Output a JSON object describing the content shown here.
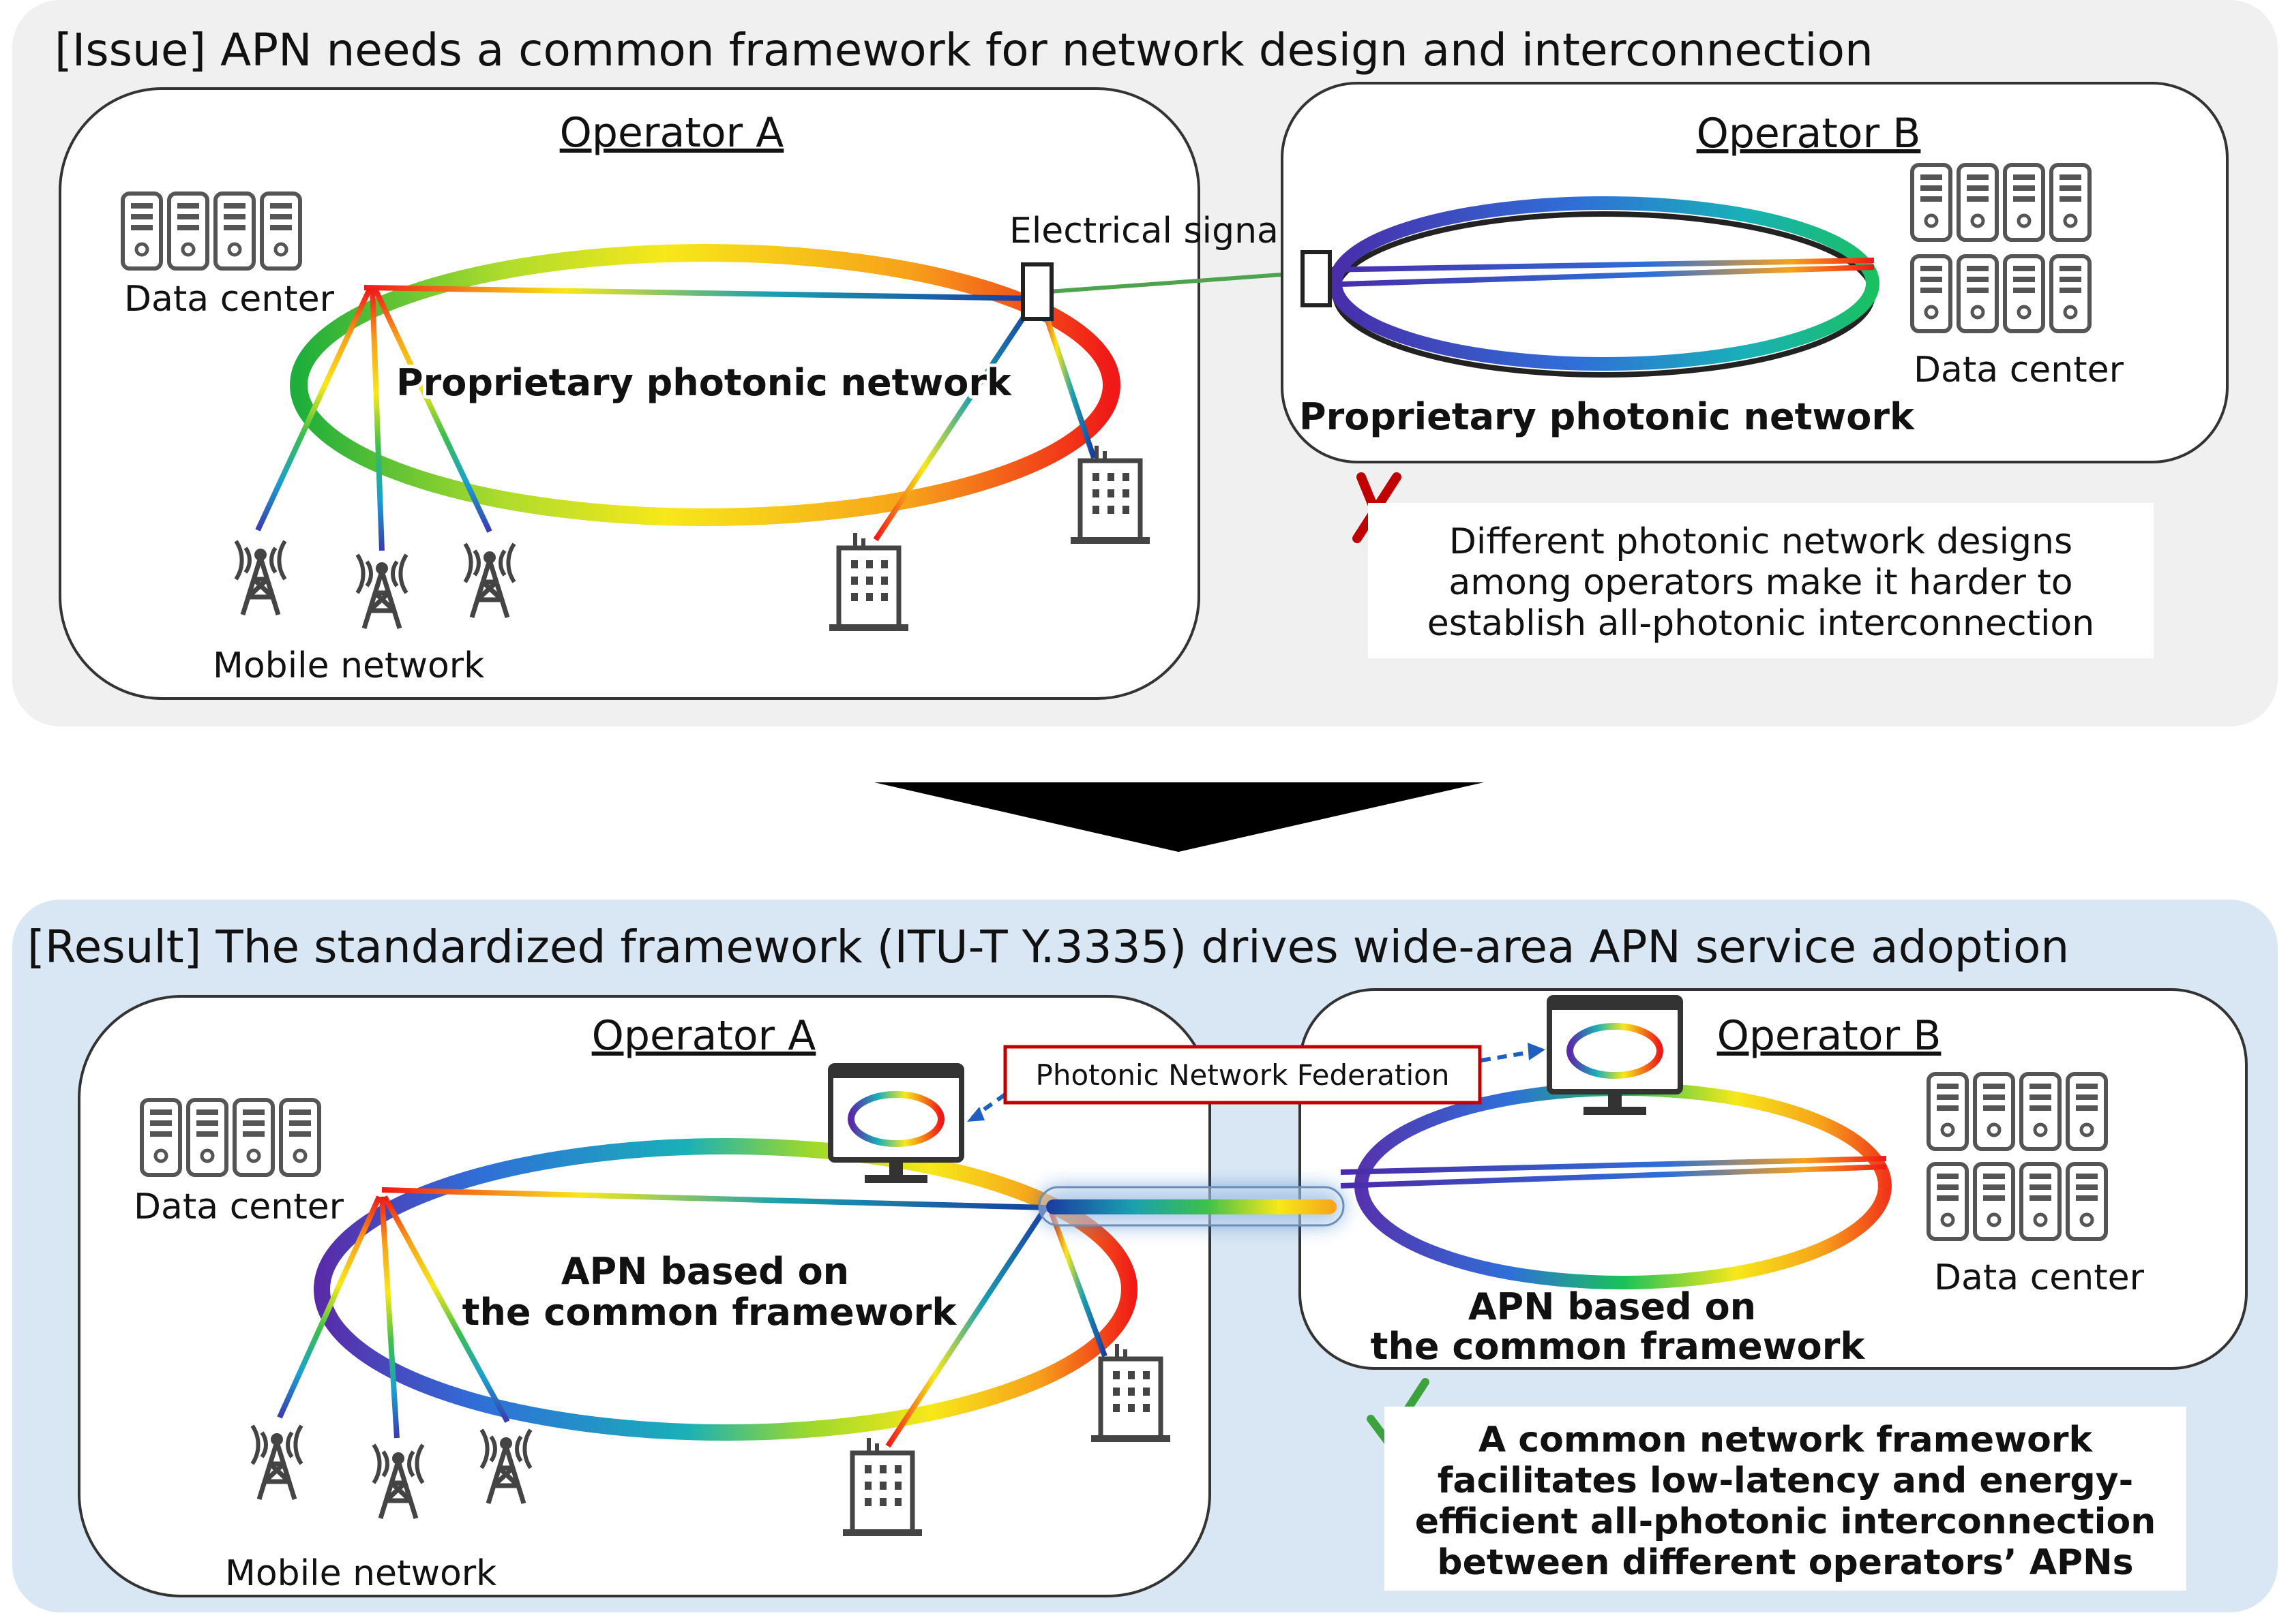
{
  "colors": {
    "issue_panel_bg": "#f0f0f0",
    "result_panel_bg": "#d9e7f4",
    "box_border": "#333333",
    "cross": "#c00000",
    "check": "#3ca33c",
    "federation_border": "#c00000",
    "dashed_arrow": "#1f5fbf",
    "electrical_link": "#4ea44e",
    "big_arrow": "#000000"
  },
  "issue": {
    "title": "[Issue] APN needs a common framework for network design and interconnection",
    "operator_a": {
      "label": "Operator A",
      "network_label": "Proprietary photonic network",
      "data_center_label": "Data center",
      "mobile_label": "Mobile network",
      "electrical_label": "Electrical signals"
    },
    "operator_b": {
      "label": "Operator B",
      "network_label": "Proprietary photonic network",
      "data_center_label": "Data center"
    },
    "note_lines": [
      "Different photonic network designs",
      "among operators make it harder to",
      "establish all-photonic interconnection"
    ],
    "note_icon": "cross-mark-icon"
  },
  "result": {
    "title": "[Result] The standardized framework (ITU-T Y.3335) drives wide-area APN service adoption",
    "operator_a": {
      "label": "Operator A",
      "network_label_lines": [
        "APN based on",
        "the common framework"
      ],
      "data_center_label": "Data center",
      "mobile_label": "Mobile network"
    },
    "operator_b": {
      "label": "Operator B",
      "network_label_lines": [
        "APN based on",
        "the common framework"
      ],
      "data_center_label": "Data center"
    },
    "federation_label": "Photonic Network Federation",
    "note_lines": [
      "A common network framework",
      "facilitates low-latency and energy-",
      "efficient all-photonic interconnection",
      "between different operators’ APNs"
    ],
    "note_icon": "check-mark-icon"
  }
}
